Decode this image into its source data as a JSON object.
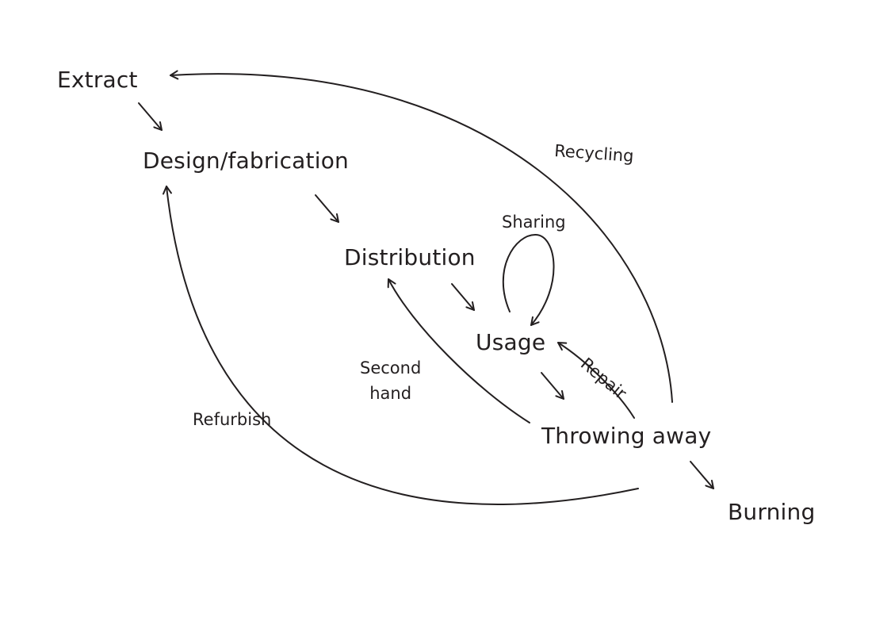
{
  "colors": {
    "ink": "#231f20",
    "background": "#ffffff"
  },
  "nodes": {
    "extract": "Extract",
    "design": "Design/fabrication",
    "distribution": "Distribution",
    "usage": "Usage",
    "throwing_away": "Throwing away",
    "burning": "Burning"
  },
  "edge_labels": {
    "recycling": "Recycling",
    "sharing": "Sharing",
    "repair": "Repair",
    "second_hand_line1": "Second",
    "second_hand_line2": "hand",
    "refurbish": "Refurbish"
  }
}
